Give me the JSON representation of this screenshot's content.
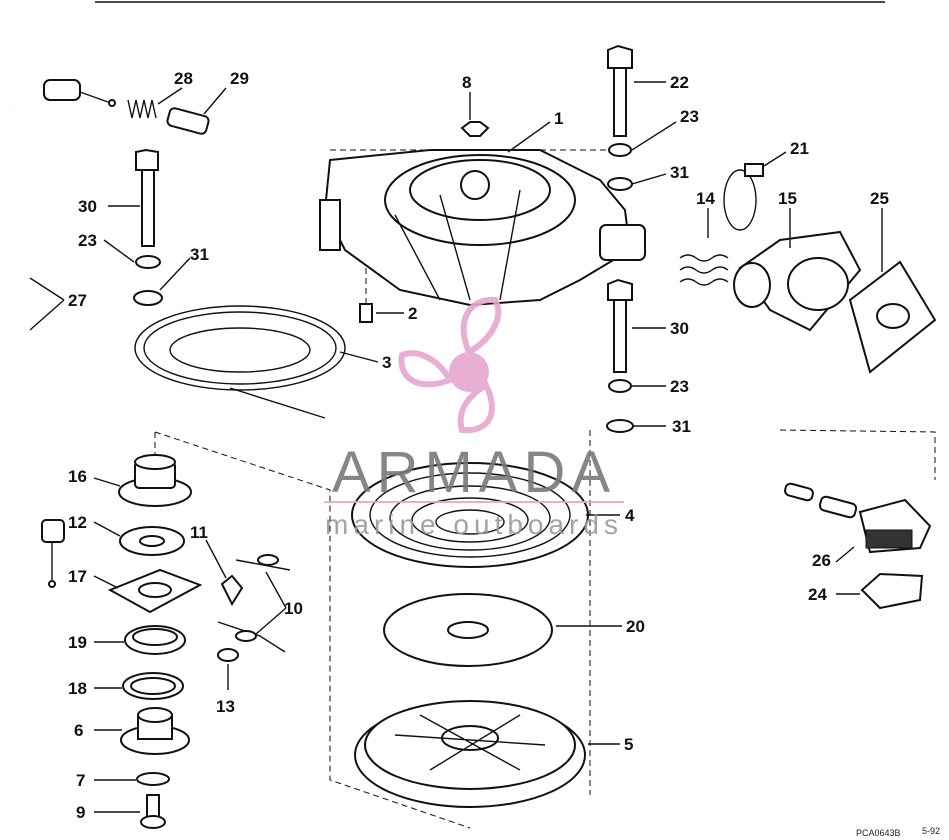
{
  "parts": {
    "p1": "1",
    "p2": "2",
    "p3": "3",
    "p4": "4",
    "p5": "5",
    "p6": "6",
    "p7": "7",
    "p8": "8",
    "p9": "9",
    "p10": "10",
    "p11": "11",
    "p12": "12",
    "p13": "13",
    "p14": "14",
    "p15": "15",
    "p16": "16",
    "p17": "17",
    "p18": "18",
    "p19": "19",
    "p20": "20",
    "p21": "21",
    "p22": "22",
    "p23a": "23",
    "p23b": "23",
    "p23c": "23",
    "p24": "24",
    "p25": "25",
    "p26": "26",
    "p27": "27",
    "p28": "28",
    "p29": "29",
    "p30a": "30",
    "p30b": "30",
    "p31a": "31",
    "p31b": "31",
    "p31c": "31"
  },
  "watermark": {
    "title": "ARMADA",
    "subtitle": "marine outboards",
    "color_pink": "#e7a6cf",
    "color_gray": "#7a7a7a"
  },
  "footer": {
    "code": "PCA0643B",
    "page": "5-92"
  }
}
